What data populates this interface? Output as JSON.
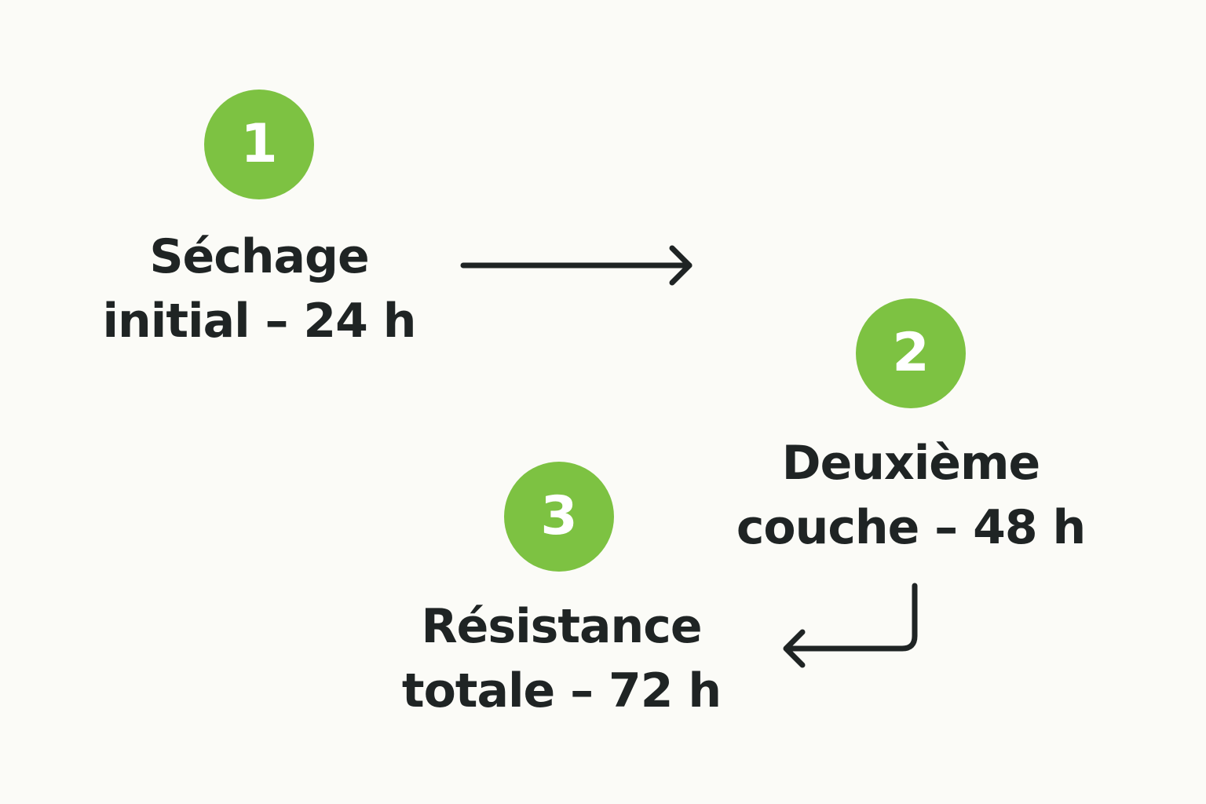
{
  "accent_color": "#7dc242",
  "text_color": "#1f2424",
  "steps": [
    {
      "number": "1",
      "line1": "Séchage",
      "line2": "initial – 24 h"
    },
    {
      "number": "2",
      "line1": "Deuxième",
      "line2": "couche – 48 h"
    },
    {
      "number": "3",
      "line1": "Résistance",
      "line2": "totale – 72 h"
    }
  ],
  "connectors": [
    {
      "icon": "arrow-right-icon",
      "from": "1",
      "to": "2"
    },
    {
      "icon": "arrow-return-left-icon",
      "from": "2",
      "to": "3"
    }
  ]
}
